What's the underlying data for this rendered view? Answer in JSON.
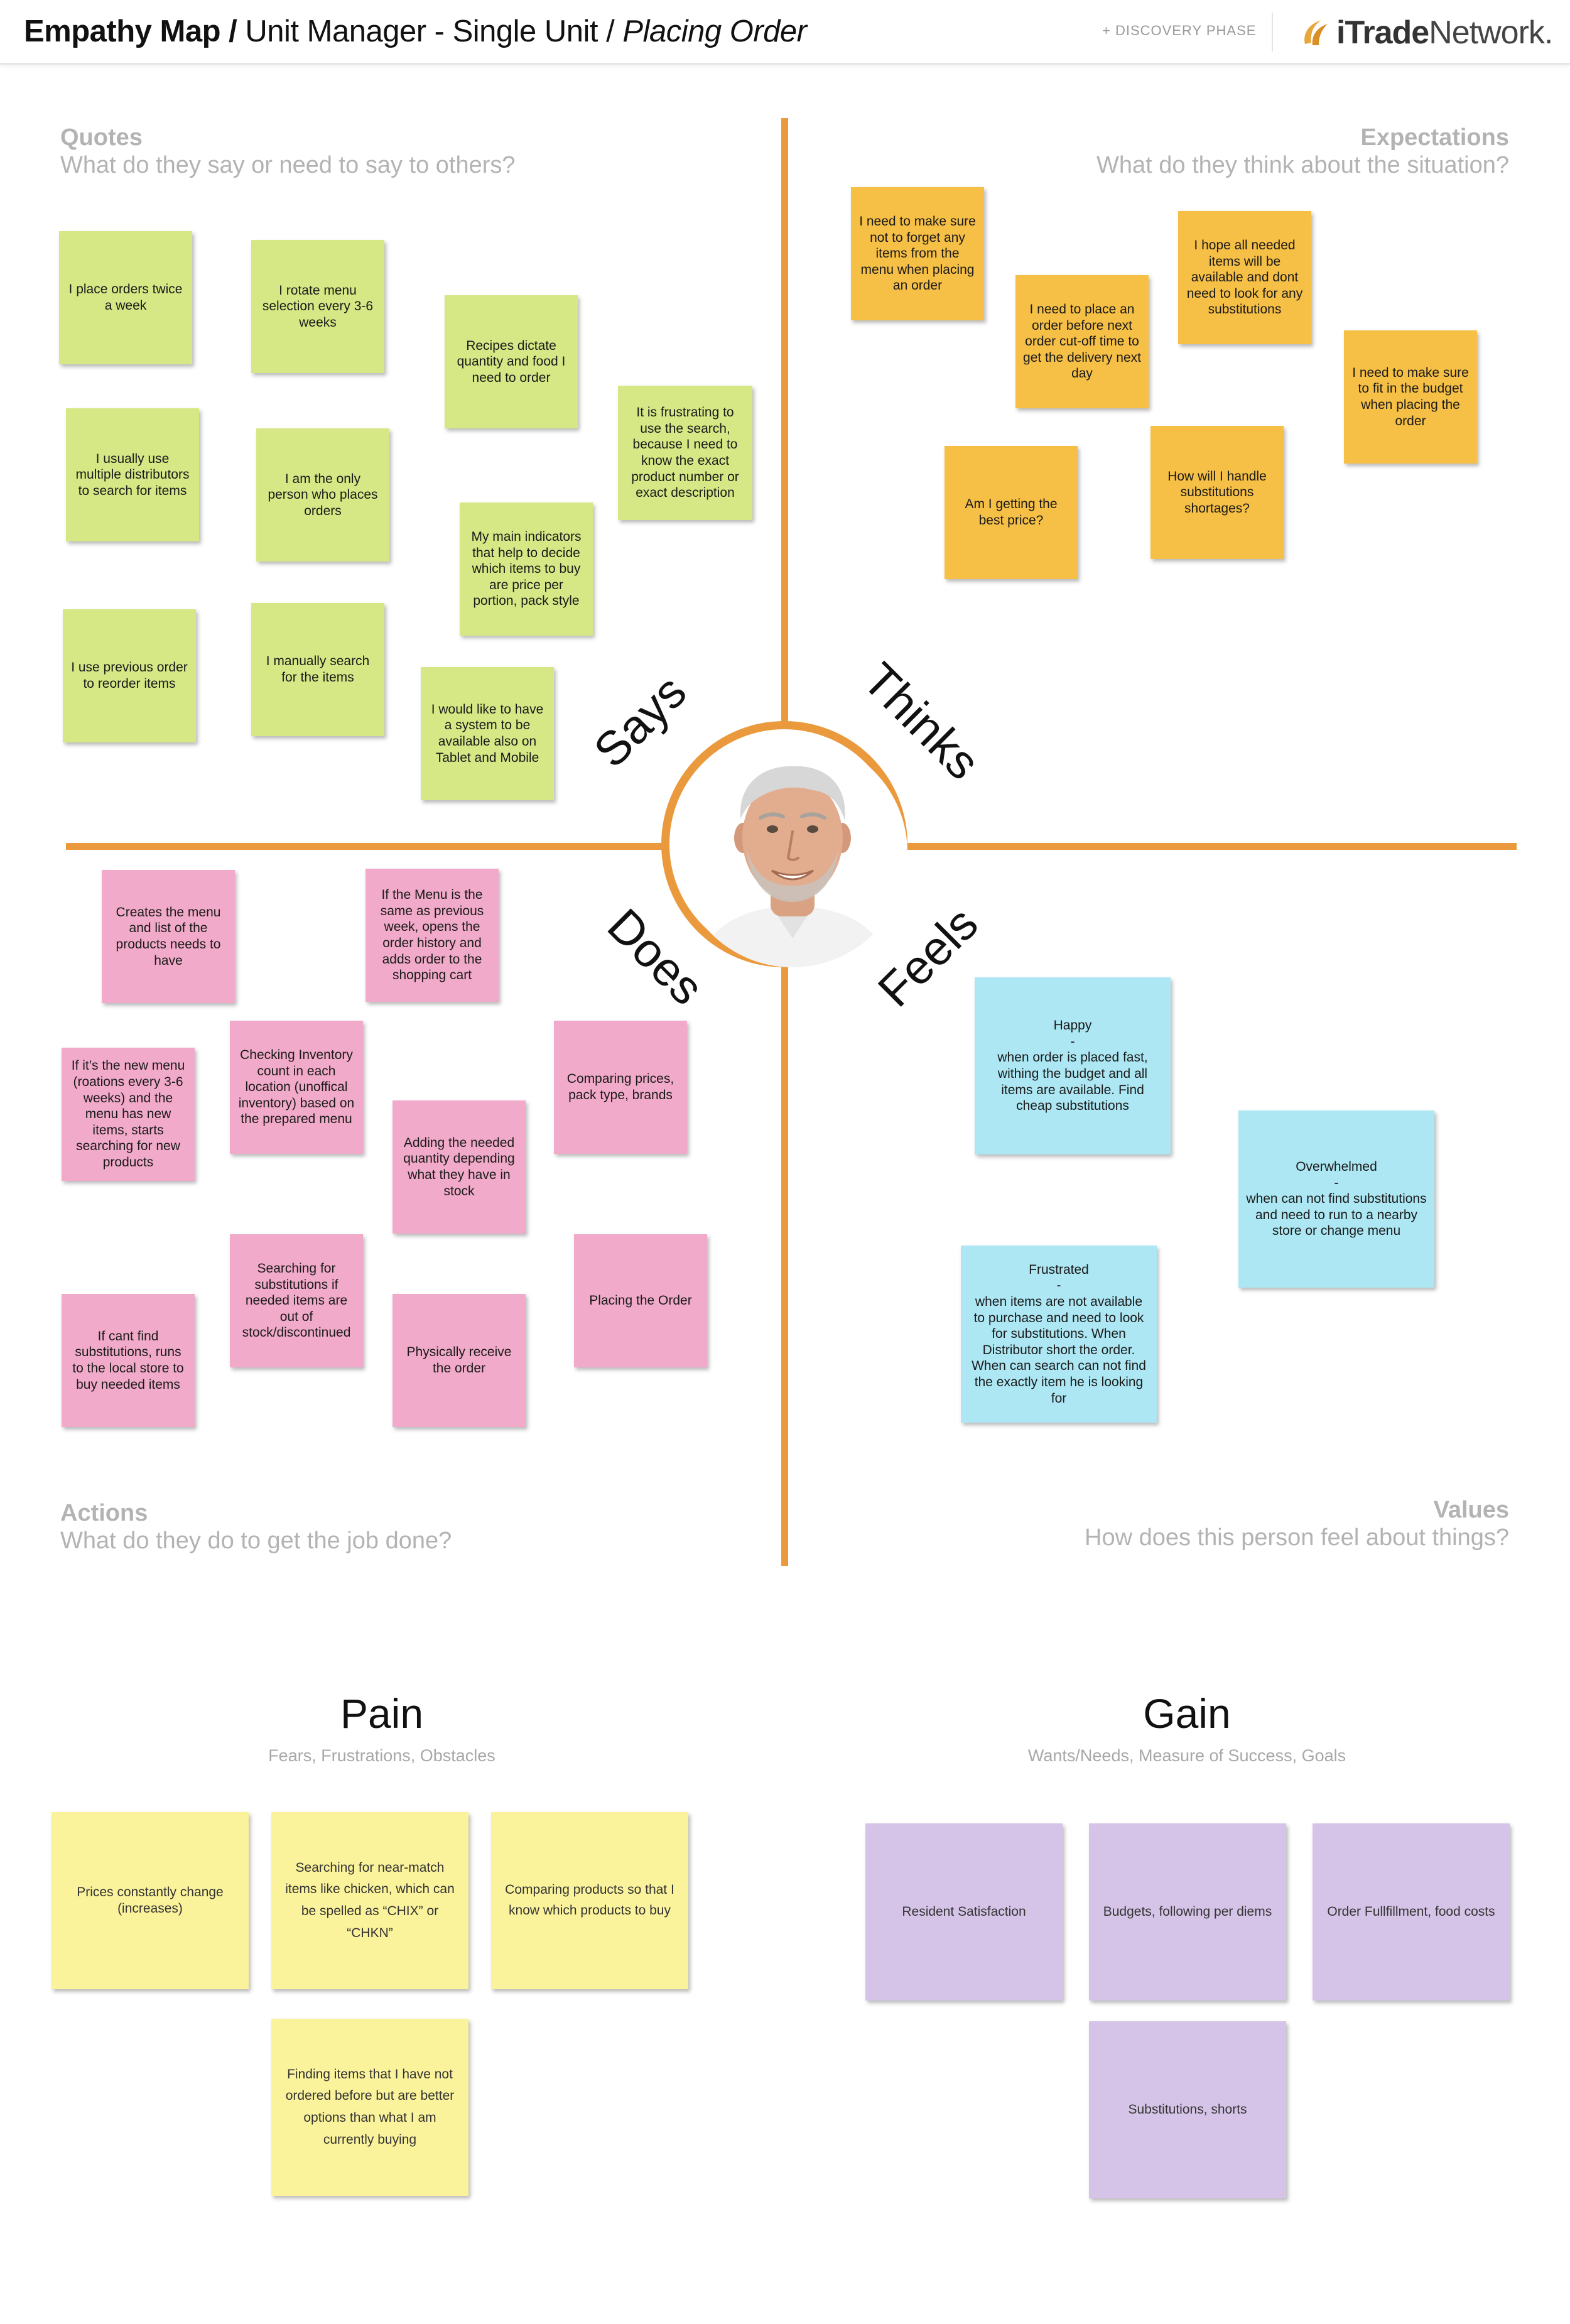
{
  "header": {
    "title_part1": "Empathy Map /",
    "title_part2": " Unit Manager - Single Unit / ",
    "title_part3": "Placing Order",
    "phase": "+ DISCOVERY PHASE",
    "logo_bold": "iTrade",
    "logo_light": "Network."
  },
  "quadrants": {
    "quotes": {
      "heading": "Quotes",
      "question": "What do they say or need to say to others?"
    },
    "expectations": {
      "heading": "Expectations",
      "question": "What do they think about the situation?"
    },
    "actions": {
      "heading": "Actions",
      "question": "What do they do to get the job done?"
    },
    "values": {
      "heading": "Values",
      "question": "How does this person feel about things?"
    }
  },
  "labels": {
    "says": "Says",
    "thinks": "Thinks",
    "does": "Does",
    "feels": "Feels"
  },
  "says": [
    "I place orders twice a week",
    "I rotate menu selection every 3-6 weeks",
    "Recipes dictate quantity and food I need to order",
    "It is frustrating to use the search, because I need to know the exact product number or exact description",
    "I usually use multiple distributors to search for items",
    "I am the only person who places orders",
    "My main indicators that help to decide which items to buy are price per portion, pack style",
    "I use previous order to reorder items",
    "I manually search for the items",
    "I would like to have a system to be available also on Tablet and Mobile"
  ],
  "thinks": [
    "I need to make sure not to forget any items from the menu when placing an order",
    "I need to place an order before next order cut-off time to get the delivery next day",
    "I hope all needed items will be available and dont need to look for any substitutions",
    "I need to make sure to fit in the budget when placing the order",
    "Am I getting the best price?",
    "How will I handle substitutions shortages?"
  ],
  "does": [
    "Creates the menu and list of the products needs to have",
    "If the Menu is the same as previous week, opens the order history and adds order to the shopping cart",
    "If it’s the new menu (roations every 3-6 weeks) and the menu has new items, starts searching for new products",
    "Checking Inventory count in each location (unoffical inventory) based on the prepared menu",
    "Adding the needed quantity depending what they have in stock",
    "Comparing prices, pack type, brands",
    "If cant find substitutions, runs to the local store to buy needed items",
    "Searching for substitutions if needed items are out of stock/discontinued",
    "Physically receive the order",
    "Placing the Order"
  ],
  "feels": [
    "Happy\n-\nwhen order is placed fast, withing the budget and all items are available. Find cheap substitutions",
    "Overwhelmed\n-\nwhen can not find substitutions and need to run to a nearby store or change menu",
    "Frustrated\n-\nwhen items are not available to purchase and need to look for substitutions. When Distributor short the order. When can search can not find the exactly item he is looking for"
  ],
  "pain": {
    "title": "Pain",
    "subtitle": "Fears, Frustrations, Obstacles",
    "notes": [
      "Prices constantly change (increases)",
      "Searching for near-match items like chicken, which can be spelled as “CHIX” or “CHKN”",
      "Comparing products so that I know which products to buy",
      "Finding items that I have not ordered before but are better options than what I am currently buying"
    ]
  },
  "gain": {
    "title": "Gain",
    "subtitle": "Wants/Needs, Measure of Success, Goals",
    "notes": [
      "Resident Satisfaction",
      "Budgets, following per diems",
      "Order Fullfillment, food costs",
      "Substitutions, shorts"
    ]
  },
  "colors": {
    "axis": "#ea9a3c",
    "says": "#d6e885",
    "thinks": "#f6bf45",
    "does": "#f1aac9",
    "feels": "#ace7f3",
    "pain": "#fbf39b",
    "gain": "#d6c4e8",
    "caption": "#b3b3b3"
  }
}
